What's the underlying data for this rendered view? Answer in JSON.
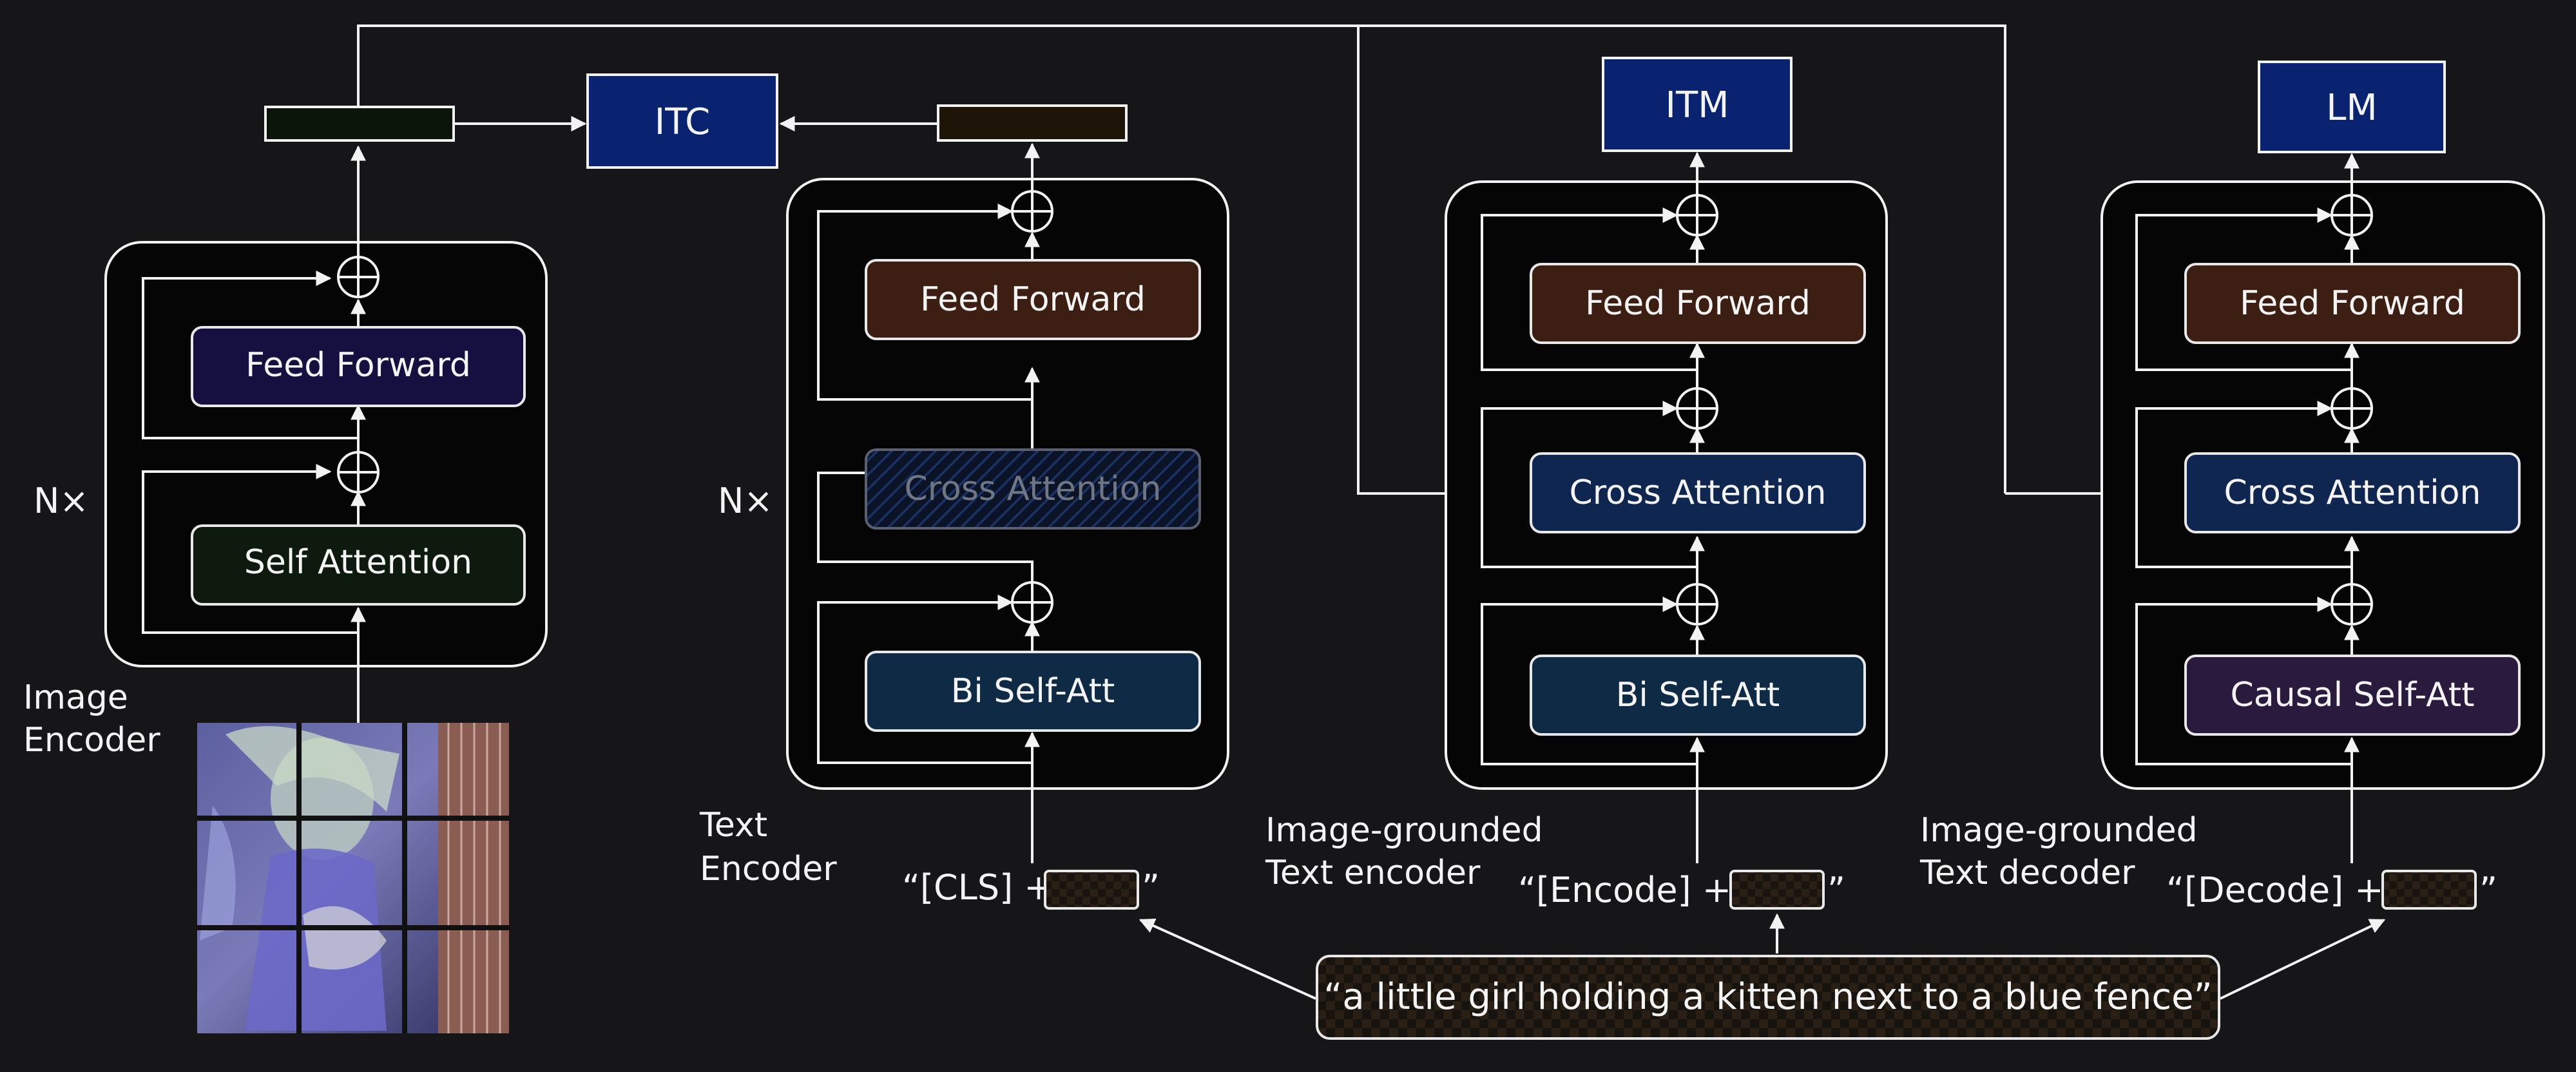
{
  "heads": {
    "itc": "ITC",
    "itm": "ITM",
    "lm": "LM"
  },
  "layers": {
    "feed_forward": "Feed Forward",
    "self_attention": "Self Attention",
    "cross_attention": "Cross Attention",
    "bi_self_att": "Bi Self-Att",
    "causal_self_att": "Causal Self-Att"
  },
  "repeat_label": "N×",
  "encoders": {
    "image": [
      "Image",
      "Encoder"
    ],
    "text": [
      "Text",
      "Encoder"
    ],
    "grounded_encoder": [
      "Image-grounded",
      "Text encoder"
    ],
    "grounded_decoder": [
      "Image-grounded",
      "Text decoder"
    ]
  },
  "tokens": {
    "cls": "“[CLS] +",
    "encode": "“[Encode] +",
    "decode": "“[Decode] +",
    "close_quote": "”"
  },
  "caption": "“a little girl holding a kitten next to a blue fence”",
  "colors": {
    "background": "#161618",
    "head_blue": "#0a2370",
    "feed_forward_brown": "#3c1f12",
    "self_attention_dark_green": "#0d1a0d",
    "image_feed_forward_purple": "#15103f",
    "cross_attention_navy": "#0f2650",
    "bi_self_att_teal": "#0f2a44",
    "causal_self_att_purple": "#2a1a3e"
  }
}
